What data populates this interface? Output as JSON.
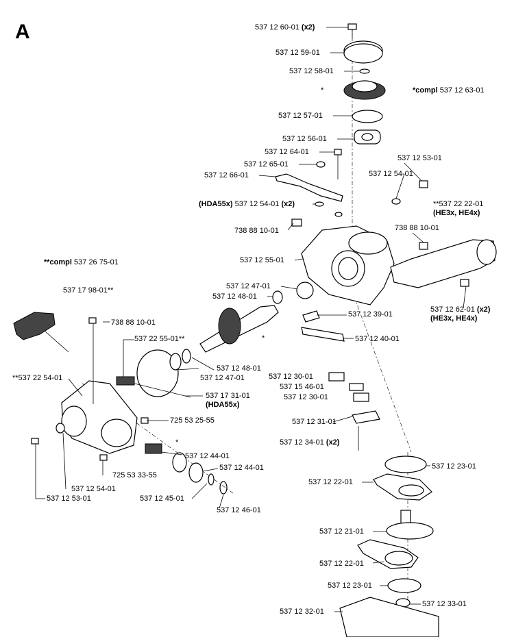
{
  "section": "A",
  "notes": {
    "compl_main": {
      "prefix": "*compl",
      "part": "537 12 63-01"
    },
    "compl_left": {
      "prefix": "**compl",
      "part": "537 26 75-01"
    },
    "handle": {
      "part": "**537 22 22-01",
      "models": "(HE3x, HE4x)"
    }
  },
  "labels": {
    "l01": {
      "part": "537 12 60-01",
      "qty": "(x2)"
    },
    "l02": {
      "part": "537 12 59-01"
    },
    "l03": {
      "part": "537 12 58-01"
    },
    "l04": {
      "part": "*"
    },
    "l05": {
      "part": "537 12 57-01"
    },
    "l06": {
      "part": "537 12 56-01"
    },
    "l07": {
      "part": "537 12 64-01"
    },
    "l08": {
      "part": "537 12 65-01"
    },
    "l09": {
      "part": "537 12 66-01"
    },
    "l10": {
      "part": "537 12 53-01"
    },
    "l11": {
      "part": "537 12 54-01"
    },
    "l12": {
      "prefix": "(HDA55x)",
      "part": "537 12 54-01",
      "qty": "(x2)"
    },
    "l13": {
      "part": "738 88 10-01"
    },
    "l14": {
      "part": "738 88 10-01"
    },
    "l15": {
      "part": "537 12 55-01"
    },
    "l16": {
      "part": "537 12 47-01"
    },
    "l17": {
      "part": "537 12 48-01"
    },
    "l18": {
      "part": "537 12 39-01"
    },
    "l19": {
      "part": "537 12 62-01",
      "qty": "(x2)",
      "models": "(HE3x, HE4x)"
    },
    "l20": {
      "part": "537 17 98-01**"
    },
    "l21": {
      "part": "738 88 10-01"
    },
    "l22": {
      "part": "537 22 55-01**"
    },
    "l23": {
      "part": "537 12 40-01"
    },
    "l24": {
      "part": "537 12 48-01"
    },
    "l25": {
      "part": "537 12 47-01"
    },
    "l26": {
      "part": "**537 22 54-01"
    },
    "l27": {
      "part": "537 17 31-01",
      "models": "(HDA55x)"
    },
    "l28": {
      "part": "537 12 30-01"
    },
    "l29": {
      "part": "537 15 46-01"
    },
    "l30": {
      "part": "537 12 30-01"
    },
    "l31": {
      "part": "725 53 25-55"
    },
    "l32": {
      "part": "537 12 31-01"
    },
    "l33": {
      "part": "537 12 34-01",
      "qty": "(x2)"
    },
    "l34": {
      "part": "*"
    },
    "l35": {
      "part": "537 12 44-01"
    },
    "l36": {
      "part": "537 12 44-01"
    },
    "l37": {
      "part": "725 53 33-55"
    },
    "l38": {
      "part": "537 12 54-01"
    },
    "l39": {
      "part": "537 12 53-01"
    },
    "l40": {
      "part": "537 12 45-01"
    },
    "l41": {
      "part": "537 12 46-01"
    },
    "l42": {
      "part": "537 12 23-01"
    },
    "l43": {
      "part": "537 12 22-01"
    },
    "l44": {
      "part": "537 12 21-01"
    },
    "l45": {
      "part": "537 12 22-01"
    },
    "l46": {
      "part": "537 12 23-01"
    },
    "l47": {
      "part": "537 12 32-01"
    },
    "l48": {
      "part": "537 12 33-01"
    },
    "l49": {
      "part": "*"
    }
  }
}
